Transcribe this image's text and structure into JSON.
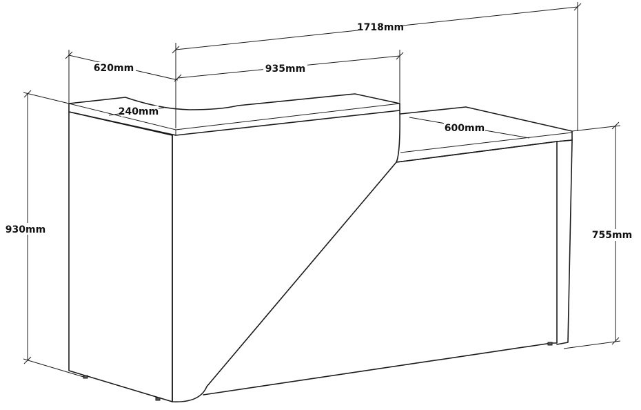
{
  "dimensions": {
    "overall_width": "1718mm",
    "left_return_depth": "620mm",
    "top_section_width": "935mm",
    "top_ledge_depth": "240mm",
    "low_desk_depth": "600mm",
    "high_height": "930mm",
    "low_height": "755mm"
  },
  "colors": {
    "line": "#1a1a1a",
    "background": "#ffffff"
  }
}
